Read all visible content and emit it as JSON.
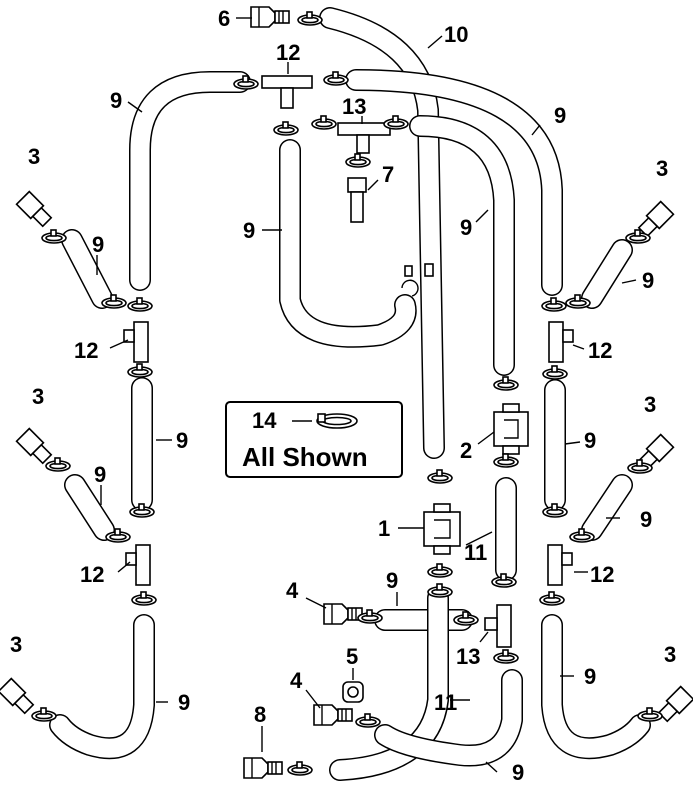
{
  "callout": {
    "part_number": "14",
    "text": "All Shown"
  },
  "labels": [
    {
      "id": "label-6",
      "text": "6"
    },
    {
      "id": "label-10",
      "text": "10"
    },
    {
      "id": "label-12-top",
      "text": "12"
    },
    {
      "id": "label-9-top-left",
      "text": "9"
    },
    {
      "id": "label-13-top",
      "text": "13"
    },
    {
      "id": "label-9-top-right",
      "text": "9"
    },
    {
      "id": "label-7",
      "text": "7"
    },
    {
      "id": "label-3-left-1",
      "text": "3"
    },
    {
      "id": "label-3-right-1",
      "text": "3"
    },
    {
      "id": "label-9-center-left",
      "text": "9"
    },
    {
      "id": "label-9-center-right",
      "text": "9"
    },
    {
      "id": "label-9-left-1",
      "text": "9"
    },
    {
      "id": "label-9-right-1",
      "text": "9"
    },
    {
      "id": "label-12-left-1",
      "text": "12"
    },
    {
      "id": "label-12-right-1",
      "text": "12"
    },
    {
      "id": "label-3-left-2",
      "text": "3"
    },
    {
      "id": "label-3-right-2",
      "text": "3"
    },
    {
      "id": "label-9-left-2",
      "text": "9"
    },
    {
      "id": "label-2",
      "text": "2"
    },
    {
      "id": "label-9-right-2",
      "text": "9"
    },
    {
      "id": "label-9-left-3",
      "text": "9"
    },
    {
      "id": "label-9-right-3",
      "text": "9"
    },
    {
      "id": "label-1",
      "text": "1"
    },
    {
      "id": "label-11-center",
      "text": "11"
    },
    {
      "id": "label-12-left-2",
      "text": "12"
    },
    {
      "id": "label-12-right-2",
      "text": "12"
    },
    {
      "id": "label-4-top",
      "text": "4"
    },
    {
      "id": "label-9-center-bottom",
      "text": "9"
    },
    {
      "id": "label-13-bottom",
      "text": "13"
    },
    {
      "id": "label-3-left-3",
      "text": "3"
    },
    {
      "id": "label-3-right-3",
      "text": "3"
    },
    {
      "id": "label-5",
      "text": "5"
    },
    {
      "id": "label-9-left-4",
      "text": "9"
    },
    {
      "id": "label-9-right-4",
      "text": "9"
    },
    {
      "id": "label-4-bottom",
      "text": "4"
    },
    {
      "id": "label-11-bottom",
      "text": "11"
    },
    {
      "id": "label-8",
      "text": "8"
    },
    {
      "id": "label-9-bottom",
      "text": "9"
    }
  ]
}
